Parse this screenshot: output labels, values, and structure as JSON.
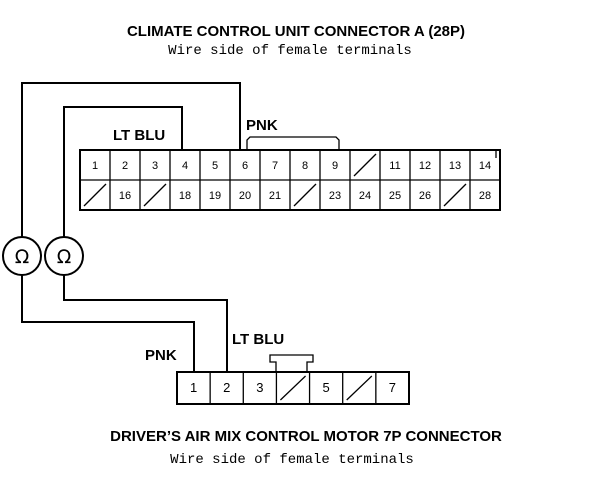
{
  "connector_a": {
    "title": "CLIMATE CONTROL UNIT CONNECTOR A (28P)",
    "subtitle": "Wire side of female terminals",
    "top_row": [
      {
        "label": "1",
        "blank": false
      },
      {
        "label": "2",
        "blank": false
      },
      {
        "label": "3",
        "blank": false
      },
      {
        "label": "4",
        "blank": false
      },
      {
        "label": "5",
        "blank": false
      },
      {
        "label": "6",
        "blank": false
      },
      {
        "label": "7",
        "blank": false
      },
      {
        "label": "8",
        "blank": false
      },
      {
        "label": "9",
        "blank": false
      },
      {
        "label": "",
        "blank": true
      },
      {
        "label": "11",
        "blank": false
      },
      {
        "label": "12",
        "blank": false
      },
      {
        "label": "13",
        "blank": false
      },
      {
        "label": "14",
        "blank": false
      }
    ],
    "bottom_row": [
      {
        "label": "",
        "blank": true
      },
      {
        "label": "16",
        "blank": false
      },
      {
        "label": "",
        "blank": true
      },
      {
        "label": "18",
        "blank": false
      },
      {
        "label": "19",
        "blank": false
      },
      {
        "label": "20",
        "blank": false
      },
      {
        "label": "21",
        "blank": false
      },
      {
        "label": "",
        "blank": true
      },
      {
        "label": "23",
        "blank": false
      },
      {
        "label": "24",
        "blank": false
      },
      {
        "label": "25",
        "blank": false
      },
      {
        "label": "26",
        "blank": false
      },
      {
        "label": "",
        "blank": true
      },
      {
        "label": "28",
        "blank": false
      }
    ],
    "wire_labels": {
      "lt_blu": "LT BLU",
      "pnk": "PNK"
    }
  },
  "connector_b": {
    "title": "DRIVER’S AIR MIX CONTROL MOTOR 7P CONNECTOR",
    "subtitle": "Wire side of female terminals",
    "pins": [
      {
        "label": "1",
        "blank": false
      },
      {
        "label": "2",
        "blank": false
      },
      {
        "label": "3",
        "blank": false
      },
      {
        "label": "",
        "blank": true
      },
      {
        "label": "5",
        "blank": false
      },
      {
        "label": "",
        "blank": true
      },
      {
        "label": "7",
        "blank": false
      }
    ],
    "wire_labels": {
      "pnk": "PNK",
      "lt_blu": "LT BLU"
    }
  },
  "meters": [
    {
      "symbol": "Ω",
      "icon": "ohmmeter-icon"
    },
    {
      "symbol": "Ω",
      "icon": "ohmmeter-icon"
    }
  ]
}
